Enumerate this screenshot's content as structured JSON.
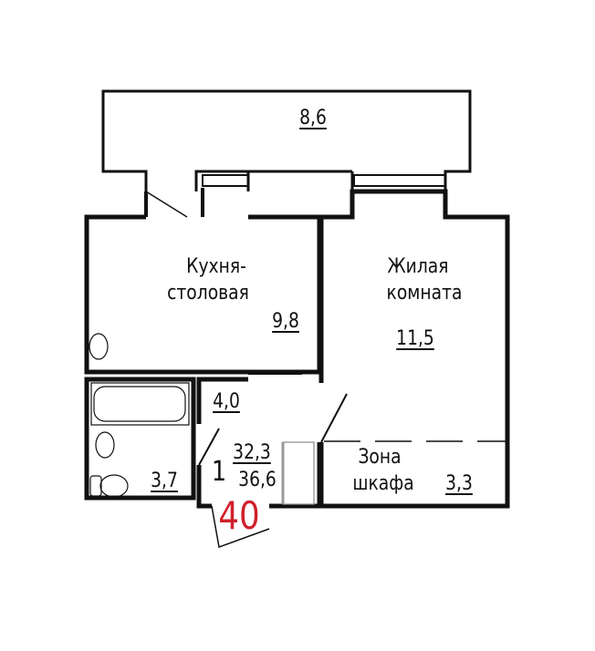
{
  "rooms": {
    "balcony": {
      "area": "8,6"
    },
    "kitchen": {
      "name_line1": "Кухня-",
      "name_line2": "столовая",
      "area": "9,8"
    },
    "living": {
      "name_line1": "Жилая",
      "name_line2": "комната",
      "area": "11,5"
    },
    "hall": {
      "area": "4,0"
    },
    "bathroom": {
      "area": "3,7"
    },
    "wardrobe": {
      "name_line1": "Зона",
      "name_line2": "шкафа",
      "area": "3,3"
    }
  },
  "summary": {
    "rooms_count": "1",
    "living_area": "32,3",
    "total_area": "36,6"
  },
  "handwritten_note": "40",
  "colors": {
    "wall": "#111111",
    "note": "#d0202a"
  }
}
